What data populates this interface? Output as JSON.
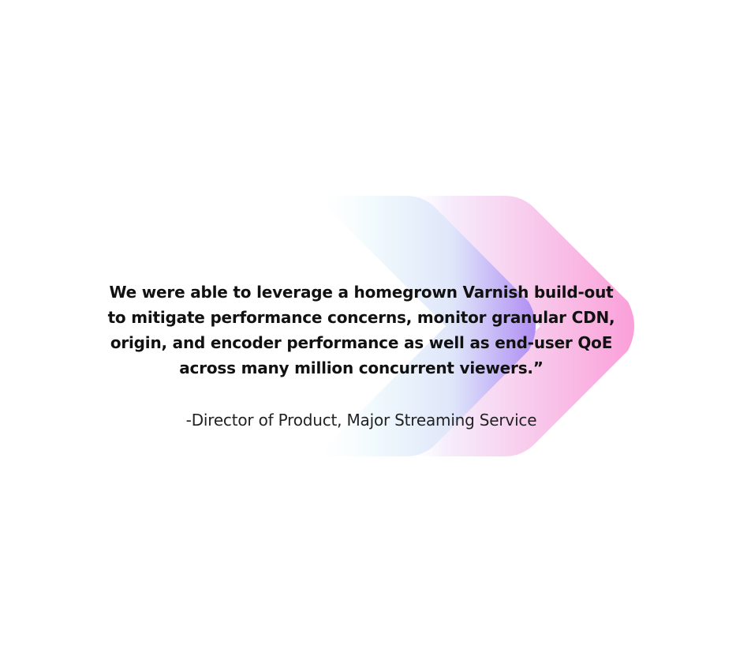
{
  "quote": {
    "lines": [
      "We were able to leverage a homegrown Varnish build-out",
      "to mitigate performance concerns, monitor granular CDN,",
      "origin, and encoder performance as well as end-user QoE",
      "across many million concurrent viewers.”"
    ],
    "attribution": "-Director of Product, Major Streaming Service"
  },
  "colors": {
    "chevron_back_start": "#f6eefc",
    "chevron_back_end": "#fb9dd8",
    "chevron_front_start": "#f2fbfd",
    "chevron_front_end": "#ad86f2",
    "text": "#111111"
  }
}
